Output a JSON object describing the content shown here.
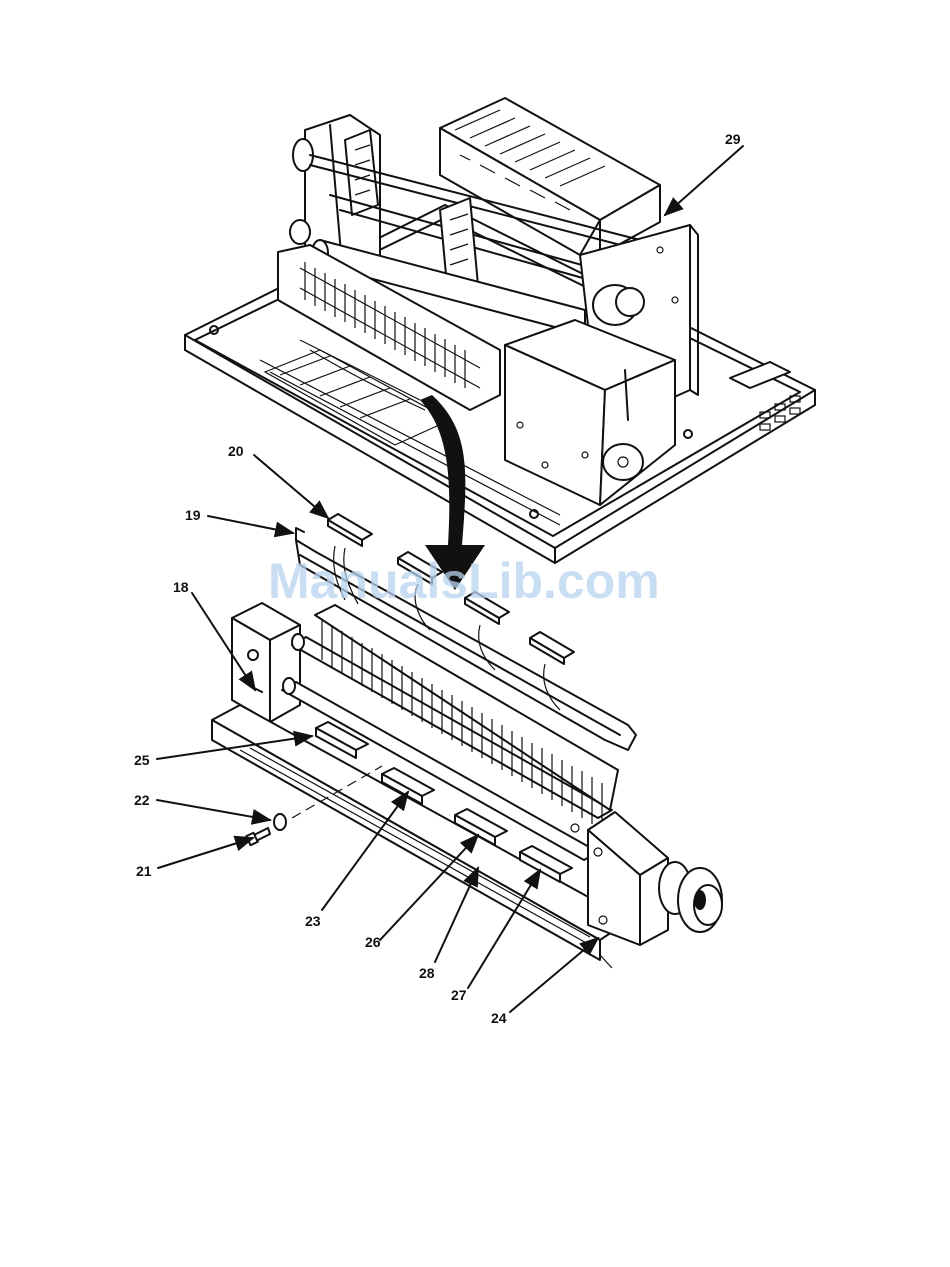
{
  "figure": {
    "callouts": [
      {
        "id": "c18",
        "text": "18"
      },
      {
        "id": "c19",
        "text": "19"
      },
      {
        "id": "c20",
        "text": "20"
      },
      {
        "id": "c21",
        "text": "21"
      },
      {
        "id": "c22",
        "text": "22"
      },
      {
        "id": "c23",
        "text": "23"
      },
      {
        "id": "c24",
        "text": "24"
      },
      {
        "id": "c25",
        "text": "25"
      },
      {
        "id": "c26",
        "text": "26"
      },
      {
        "id": "c27",
        "text": "27"
      },
      {
        "id": "c28",
        "text": "28"
      },
      {
        "id": "c29",
        "text": "29"
      }
    ]
  },
  "watermark": {
    "text": "ManualsLib.com",
    "color": "#b9d3ef"
  },
  "colors": {
    "ink": "#111111",
    "background": "#ffffff"
  }
}
